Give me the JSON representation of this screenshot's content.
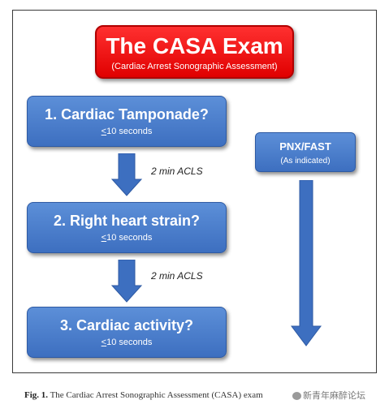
{
  "title": {
    "main": "The CASA Exam",
    "sub": "(Cardiac Arrest Sonographic Assessment)",
    "color": "#ee1c1c"
  },
  "steps": [
    {
      "title": "1. Cardiac Tamponade?",
      "le": "<",
      "time": "10 seconds"
    },
    {
      "title": "2. Right heart strain?",
      "le": "<",
      "time": "10 seconds"
    },
    {
      "title": "3. Cardiac activity?",
      "le": "<",
      "time": "10 seconds"
    }
  ],
  "acls_labels": [
    "2 min ACLS",
    "2 min ACLS"
  ],
  "side": {
    "title": "PNX/FAST",
    "sub": "(As indicated)"
  },
  "box_color": "#4a7ecb",
  "caption": {
    "label": "Fig. 1.",
    "text": " The Cardiac Arrest Sonographic Assessment (CASA) exam"
  },
  "watermark": "新青年麻醉论坛"
}
